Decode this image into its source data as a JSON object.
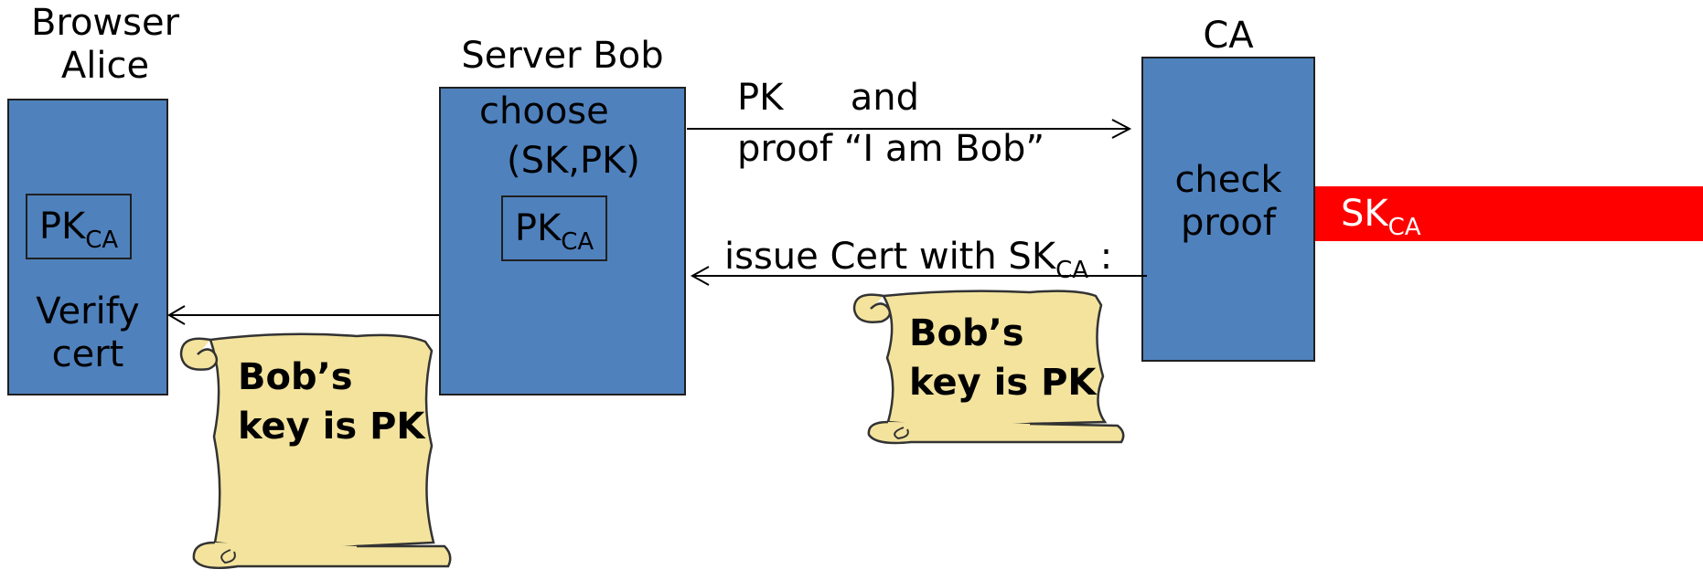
{
  "browser": {
    "title_line1": "Browser",
    "title_line2": "Alice",
    "key_main": "PK",
    "key_sub": "CA",
    "action_line1": "Verify",
    "action_line2": "cert"
  },
  "server": {
    "title": "Server Bob",
    "line1": "choose",
    "line2": "(SK,PK)",
    "key_main": "PK",
    "key_sub": "CA"
  },
  "ca": {
    "title": "CA",
    "line1": "check",
    "line2": "proof",
    "secret_main": "SK",
    "secret_sub": "CA"
  },
  "request": {
    "line1_a": "PK",
    "line1_b": "and",
    "line2": "proof “I am Bob”"
  },
  "issue": {
    "text": "issue Cert with SK",
    "sub": "CA",
    "suffix": " :"
  },
  "cert_scroll": {
    "line1": "Bob’s",
    "line2": "key is PK"
  },
  "colors": {
    "box_fill": "#4f81bd",
    "secret_fill": "#ff0000",
    "scroll_fill": "#f3e39d"
  }
}
